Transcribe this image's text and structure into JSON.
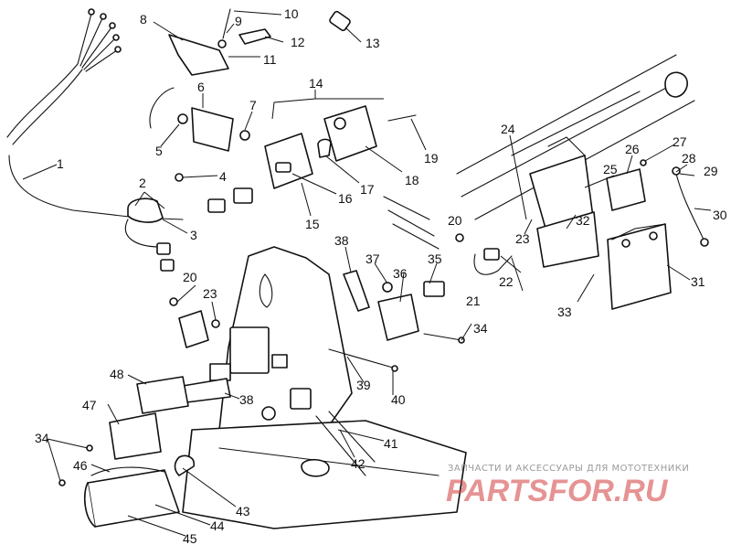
{
  "diagram": {
    "callouts": [
      "1",
      "2",
      "3",
      "4",
      "5",
      "6",
      "7",
      "8",
      "9",
      "10",
      "11",
      "12",
      "13",
      "14",
      "15",
      "16",
      "17",
      "18",
      "19",
      "20",
      "21",
      "22",
      "23",
      "24",
      "25",
      "26",
      "27",
      "28",
      "29",
      "30",
      "31",
      "32",
      "33",
      "34",
      "35",
      "36",
      "37",
      "38",
      "39",
      "40",
      "41",
      "42",
      "43",
      "44",
      "45",
      "46",
      "47",
      "48",
      "20",
      "23",
      "34",
      "38"
    ]
  },
  "watermark": {
    "tagline": "ЗАПЧАСТИ И АКСЕССУАРЫ ДЛЯ МОТОТЕХНИКИ",
    "brand": "PARTSFOR.RU"
  }
}
